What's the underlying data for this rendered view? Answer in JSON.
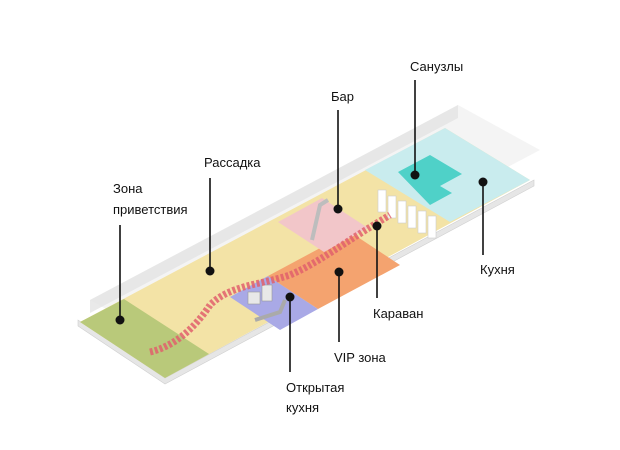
{
  "labels": {
    "sanuzly": "Санузлы",
    "bar": "Бар",
    "rassadka": "Рассадка",
    "zona_line1": "Зона",
    "zona_line2": "приветствия",
    "kukhnya": "Кухня",
    "karavan": "Караван",
    "vip": "VIP зона",
    "open_line1": "Открытая",
    "open_line2": "кухня"
  },
  "colors": {
    "welcome": "#b9c97a",
    "seating": "#f3e3a6",
    "open_kitchen": "#a9a9e6",
    "vip": "#f4a36f",
    "bar": "#f2c6c9",
    "kitchen": "#c9ecee",
    "restrooms": "#4fd1c8",
    "caravan": "#e0606c"
  }
}
